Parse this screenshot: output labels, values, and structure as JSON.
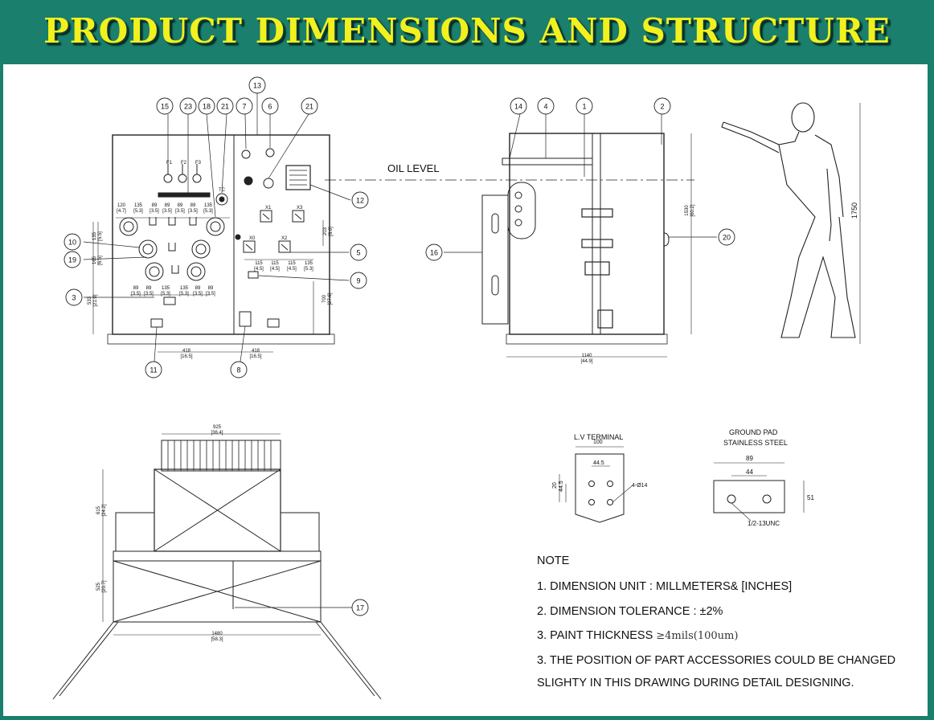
{
  "header": {
    "title": "PRODUCT DIMENSIONS AND STRUCTURE"
  },
  "front_view": {
    "balloons": [
      "15",
      "23",
      "18",
      "21",
      "7",
      "6",
      "21",
      "13",
      "12",
      "5",
      "9",
      "8",
      "11",
      "3",
      "10",
      "19"
    ],
    "labels": {
      "f1": "F1",
      "f2": "F2",
      "f3": "F3",
      "tc": "TC",
      "x1": "X1",
      "x3": "X3",
      "x0": "X0",
      "x2": "X2"
    },
    "dims_top": [
      "120\n[4.7]",
      "135\n[5.3]",
      "89\n[3.5]",
      "89\n[3.5]",
      "89\n[3.5]",
      "89\n[3.5]",
      "135\n[5.3]"
    ],
    "dims_bottom": [
      "89\n[3.5]",
      "89\n[3.5]",
      "135\n[5.3]",
      "135\n[5.3]",
      "89\n[3.5]",
      "89\n[3.5]"
    ],
    "dims_lv": [
      "115\n[4.5]",
      "115\n[4.5]",
      "115\n[4.5]",
      "135\n[5.3]"
    ],
    "dims_side": {
      "a": "135\n[5.5]",
      "b": "165\n[6.5]",
      "c": "533\n[21.0]",
      "d": "203\n[8.0]",
      "e": "700\n[27.6]"
    },
    "dims_base": {
      "left": "418\n[16.5]",
      "right": "418\n[16.5]"
    }
  },
  "side_view": {
    "oil_level": "OIL LEVEL",
    "balloons": [
      "14",
      "4",
      "1",
      "2",
      "16",
      "20"
    ],
    "dim_width": "1140\n[44.9]",
    "dim_height": "1530\n[60.2]",
    "person_height": "1750"
  },
  "top_view": {
    "balloon": "17",
    "dim_top": "925\n[36.4]",
    "dim_bottom": "1480\n[58.3]",
    "dim_upper": "615\n[24.2]",
    "dim_lower": "525\n[20.7]"
  },
  "lv_terminal": {
    "title": "L.V TERMINAL",
    "w1": "100",
    "w2": "44.5",
    "h1": "44.5",
    "h2": "20",
    "holes": "4-Ø14"
  },
  "ground_pad": {
    "title1": "GROUND PAD",
    "title2": "STAINLESS STEEL",
    "w1": "89",
    "w2": "44",
    "h": "51",
    "thread": "1/2-13UNC"
  },
  "notes": {
    "heading": "NOTE",
    "n1": "1. DIMENSION UNIT : MILLMETERS& [INCHES]",
    "n2": "2. DIMENSION TOLERANCE : ±2%",
    "n3a": "3. PAINT THICKNESS ",
    "n3b": "≥4mils(100um)",
    "n4a": "3. THE POSITION OF PART ACCESSORIES COULD BE CHANGED",
    "n4b": "SLIGHTY IN THIS DRAWING DURING DETAIL DESIGNING."
  },
  "colors": {
    "header_bg": "#1a7f6c",
    "title": "#f2f01e"
  }
}
